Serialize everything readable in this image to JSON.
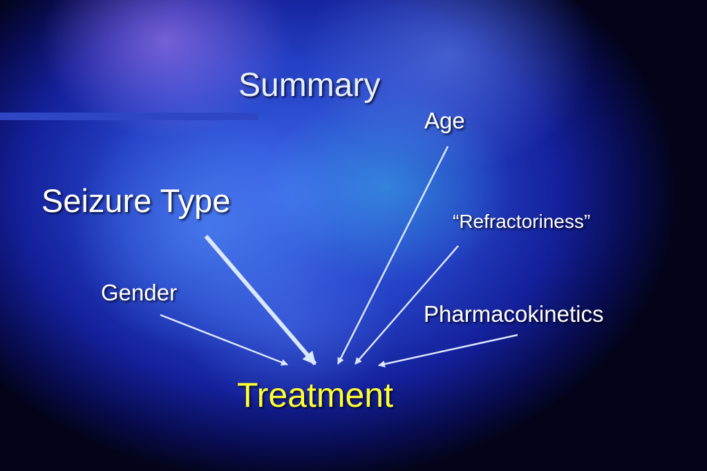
{
  "slide": {
    "title": "Summary",
    "factors": {
      "seizure_type": "Seizure Type",
      "age": "Age",
      "refractoriness": "“Refractoriness”",
      "gender": "Gender",
      "pharmacokinetics": "Pharmacokinetics"
    },
    "target": "Treatment"
  },
  "colors": {
    "text": "#ffffff",
    "target_text": "#ffff33",
    "arrow": "#dbe8ff",
    "title_rule": "#2f46c4"
  }
}
